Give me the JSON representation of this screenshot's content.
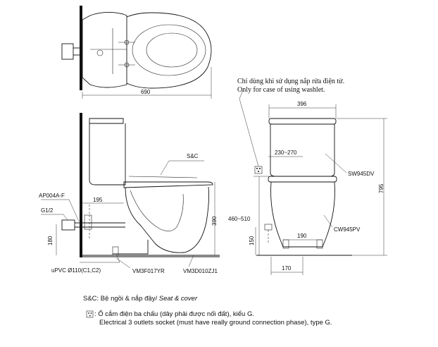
{
  "dimensions": {
    "top_width": "690",
    "side_195": "195",
    "side_390": "390",
    "side_180": "180",
    "front_396": "396",
    "front_230_270": "230~270",
    "front_795": "795",
    "front_460_510": "460~510",
    "front_190": "190",
    "front_150": "150",
    "front_170": "170"
  },
  "parts": {
    "seat_cover": "S&C",
    "valve": "AP004A-F",
    "g_half": "G1/2",
    "pipe": "uPVC Ø110(C1,C2)",
    "flange": "VM3F017YR",
    "bowl_code": "VM3D010ZJ1",
    "tank": "SW945DV",
    "bowl": "CW945PV"
  },
  "notes": {
    "washlet_vi": "Chỉ dùng khi sử dụng nắp rửa điện tử.",
    "washlet_en": "Only for case of using washlet."
  },
  "legend": {
    "seat_vi": "S&C: Bệ ngồi & nắp đậy/",
    "seat_en": " Seat & cover",
    "socket_marker": ":",
    "socket_vi": "Ổ cắm điện ba chấu (dây phải được nối đất), kiểu G.",
    "socket_en": "Electrical 3 outlets socket (must have really ground connection phase), type G."
  }
}
